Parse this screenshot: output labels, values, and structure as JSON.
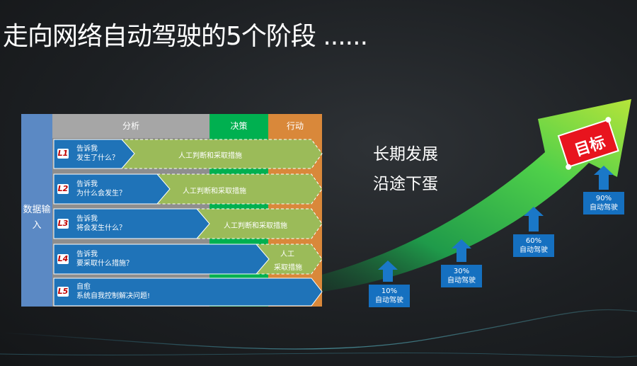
{
  "title": "走向网络自动驾驶的5个阶段 ......",
  "headers": {
    "analysis": "分析",
    "decision": "决策",
    "action": "行动"
  },
  "left_label": "数据输入",
  "levels": [
    {
      "tag": "L1",
      "line1": "告诉我",
      "line2": "发生了什么？",
      "action": "人工判断和采取措施"
    },
    {
      "tag": "L2",
      "line1": "告诉我",
      "line2": "为什么会发生？",
      "action": "人工判断和采取措施"
    },
    {
      "tag": "L3",
      "line1": "告诉我",
      "line2": "将会发生什么？",
      "action": "人工判断和采取措施"
    },
    {
      "tag": "L4",
      "line1": "告诉我",
      "line2": "要采取什么措施？",
      "action": "人工",
      "action2": "采取措施"
    },
    {
      "tag": "L5",
      "line1": "自愈",
      "line2": "系统自我控制解决问题!"
    }
  ],
  "slogan": {
    "line1": "长期发展",
    "line2": "沿途下蛋"
  },
  "milestones": [
    {
      "percent": "10%",
      "label": "自动驾驶"
    },
    {
      "percent": "30%",
      "label": "自动驾驶"
    },
    {
      "percent": "60%",
      "label": "自动驾驶"
    },
    {
      "percent": "90%",
      "label": "自动驾驶"
    }
  ],
  "target": "目标",
  "colors": {
    "header_gray": "#a6a6a6",
    "decision_green": "#00b050",
    "action_orange": "#d9883a",
    "row_blue": "#1f73b8",
    "arrow_green": "#9bbb59",
    "target_red": "#e8141e"
  }
}
